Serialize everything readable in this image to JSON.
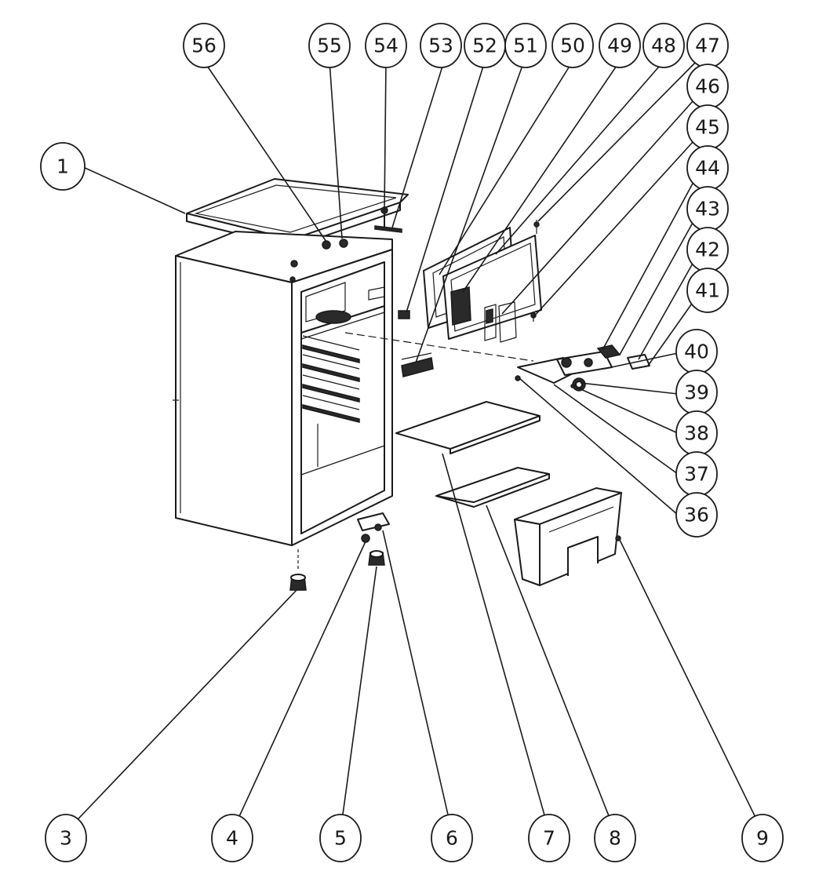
{
  "callouts": [
    {
      "id": "1",
      "label": "1"
    },
    {
      "id": "3",
      "label": "3"
    },
    {
      "id": "4",
      "label": "4"
    },
    {
      "id": "5",
      "label": "5"
    },
    {
      "id": "6",
      "label": "6"
    },
    {
      "id": "7",
      "label": "7"
    },
    {
      "id": "8",
      "label": "8"
    },
    {
      "id": "9",
      "label": "9"
    },
    {
      "id": "36",
      "label": "36"
    },
    {
      "id": "37",
      "label": "37"
    },
    {
      "id": "38",
      "label": "38"
    },
    {
      "id": "39",
      "label": "39"
    },
    {
      "id": "40",
      "label": "40"
    },
    {
      "id": "41",
      "label": "41"
    },
    {
      "id": "42",
      "label": "42"
    },
    {
      "id": "43",
      "label": "43"
    },
    {
      "id": "44",
      "label": "44"
    },
    {
      "id": "45",
      "label": "45"
    },
    {
      "id": "46",
      "label": "46"
    },
    {
      "id": "47",
      "label": "47"
    },
    {
      "id": "48",
      "label": "48"
    },
    {
      "id": "49",
      "label": "49"
    },
    {
      "id": "50",
      "label": "50"
    },
    {
      "id": "51",
      "label": "51"
    },
    {
      "id": "52",
      "label": "52"
    },
    {
      "id": "53",
      "label": "53"
    },
    {
      "id": "54",
      "label": "54"
    },
    {
      "id": "55",
      "label": "55"
    },
    {
      "id": "56",
      "label": "56"
    }
  ]
}
